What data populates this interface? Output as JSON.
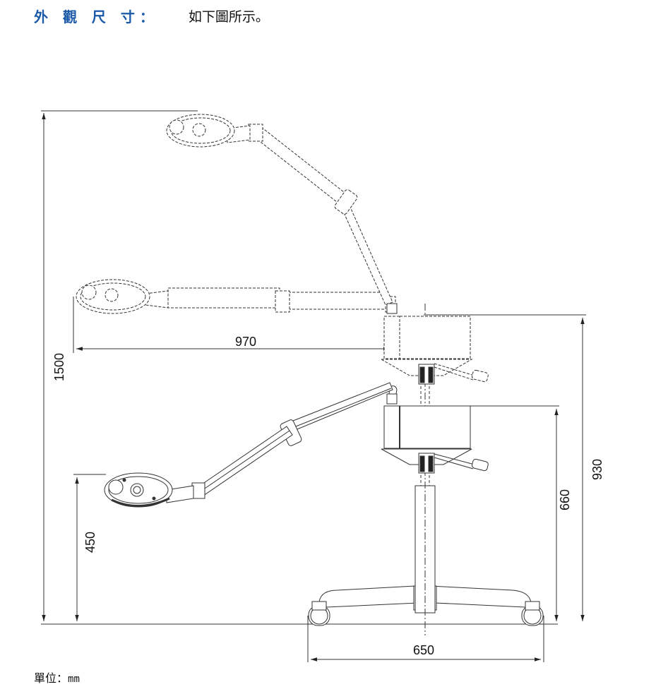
{
  "heading": {
    "label": "外 觀 尺 寸：",
    "text": "如下圖所示。"
  },
  "dimensions": {
    "total_height": "1500",
    "reach": "970",
    "low_height": "450",
    "body_height": "660",
    "column_height": "930",
    "base_width": "650"
  },
  "unit": {
    "label": "單位：",
    "value": "mm"
  }
}
